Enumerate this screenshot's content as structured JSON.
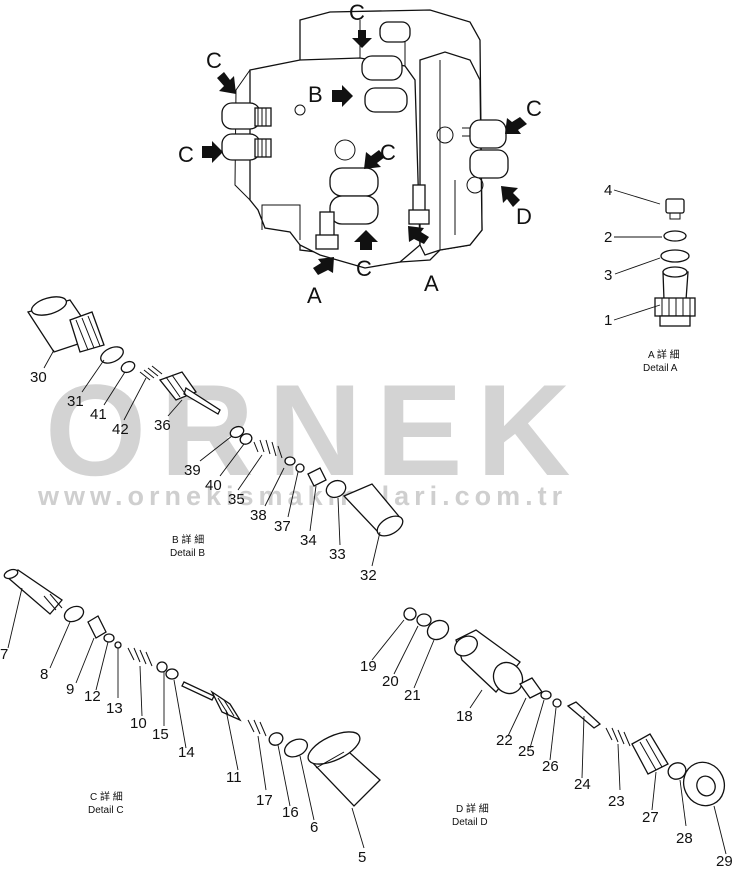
{
  "watermark": {
    "brand": "ORNEK",
    "url": "www.ornekismakinalari.com.tr",
    "color": "#d3d3d3"
  },
  "assembly_arrows": [
    {
      "id": "c-top",
      "label": "C"
    },
    {
      "id": "c-left-upper",
      "label": "C"
    },
    {
      "id": "b",
      "label": "B"
    },
    {
      "id": "c-right",
      "label": "C"
    },
    {
      "id": "c-left-lower",
      "label": "C"
    },
    {
      "id": "c-center",
      "label": "C"
    },
    {
      "id": "d",
      "label": "D"
    },
    {
      "id": "c-bottom",
      "label": "C"
    },
    {
      "id": "a-left",
      "label": "A"
    },
    {
      "id": "a-right",
      "label": "A"
    }
  ],
  "details": {
    "a": {
      "jp": "A 詳 細",
      "en": "Detail A"
    },
    "b": {
      "jp": "B 詳 細",
      "en": "Detail B"
    },
    "c": {
      "jp": "C 詳 細",
      "en": "Detail C"
    },
    "d": {
      "jp": "D 詳 細",
      "en": "Detail D"
    }
  },
  "callouts": {
    "detail_a": [
      "4",
      "2",
      "3",
      "1"
    ],
    "detail_b": [
      "30",
      "31",
      "41",
      "42",
      "36",
      "39",
      "40",
      "35",
      "38",
      "37",
      "34",
      "33",
      "32"
    ],
    "detail_c": [
      "7",
      "8",
      "9",
      "12",
      "13",
      "10",
      "15",
      "14",
      "11",
      "17",
      "16",
      "6",
      "5"
    ],
    "detail_d": [
      "19",
      "20",
      "21",
      "18",
      "22",
      "25",
      "26",
      "24",
      "23",
      "27",
      "28",
      "29"
    ]
  }
}
